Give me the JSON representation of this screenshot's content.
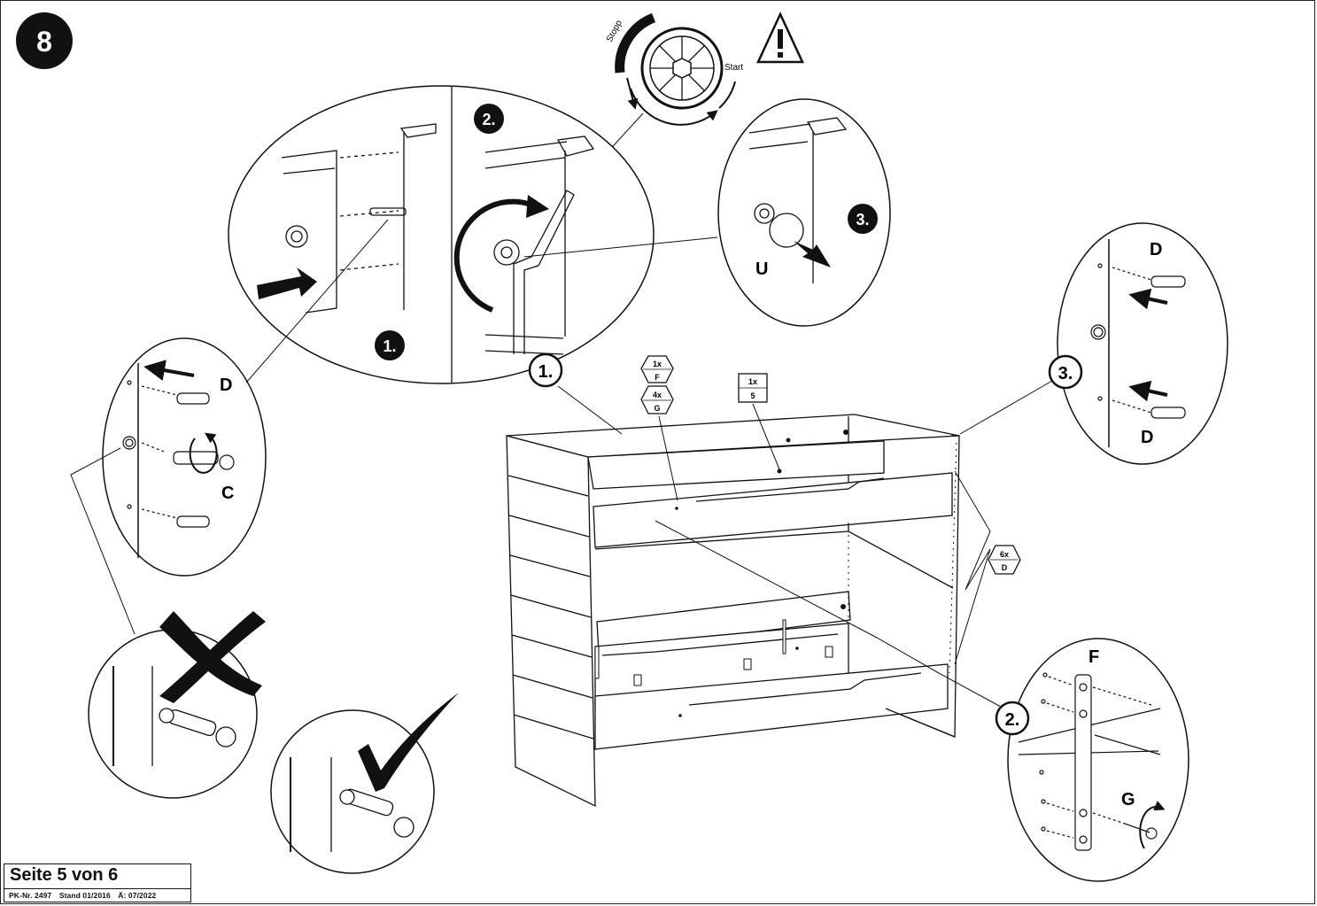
{
  "step": {
    "number": "8"
  },
  "warning_icon": "warning-triangle-icon",
  "dial": {
    "stop_label": "Stopp",
    "start_label": "Start"
  },
  "callouts": {
    "one": "1.",
    "two": "2.",
    "three": "3."
  },
  "detail_1": {
    "badge": "1."
  },
  "detail_2": {
    "badge": "2."
  },
  "detail_3": {
    "badge": "3.",
    "part": "U"
  },
  "detail_left": {
    "dowel": "D",
    "cam_bolt": "C"
  },
  "detail_right": {
    "dowel_top": "D",
    "dowel_bottom": "D"
  },
  "detail_bottom_right": {
    "bracket": "F",
    "screw": "G"
  },
  "part_tags": {
    "f_qty": "1x",
    "f_code": "F",
    "g_qty": "4x",
    "g_code": "G",
    "panel_qty": "1x",
    "panel_code": "5",
    "d_qty": "6x",
    "d_code": "D"
  },
  "footer": {
    "page": "Seite 5 von 6",
    "pk": "PK-Nr. 2497",
    "stand": "Stand 01/2016",
    "revision": "Ä: 07/2022"
  }
}
